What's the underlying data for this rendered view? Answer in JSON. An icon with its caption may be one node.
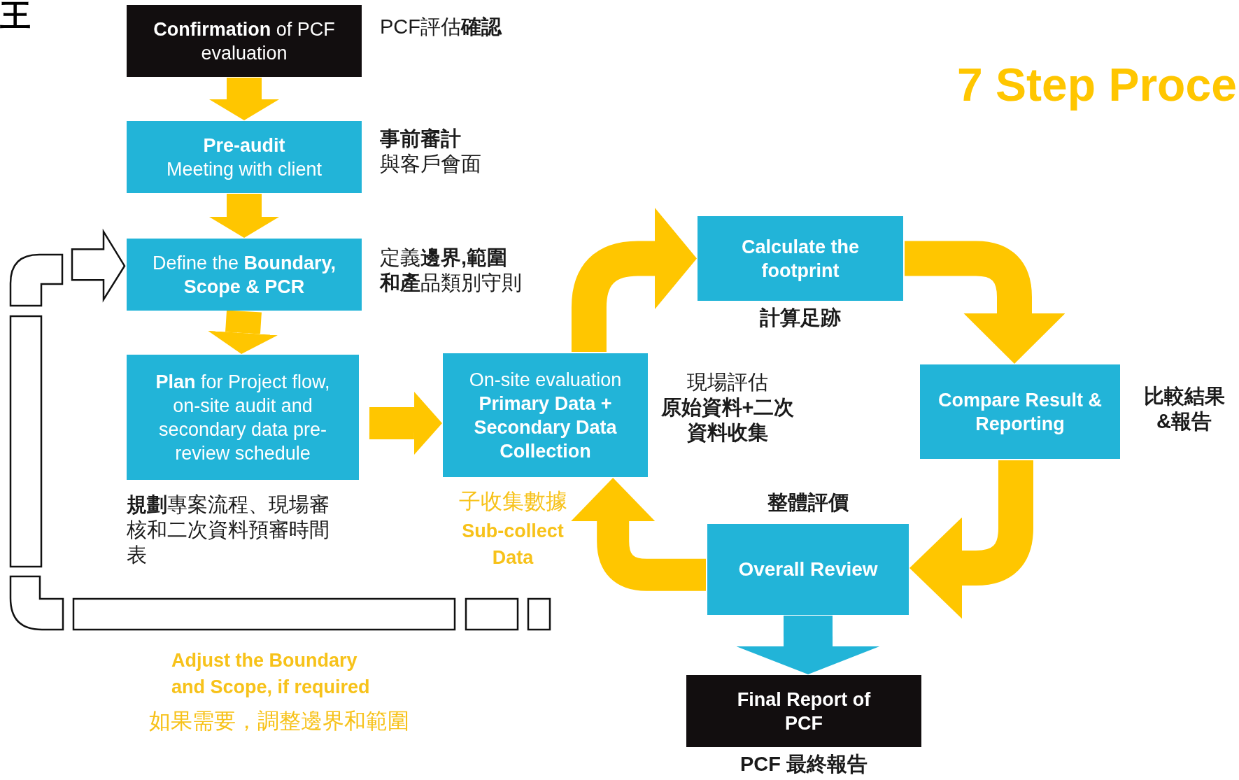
{
  "diagram": {
    "title": "7 Step Proce",
    "nodes": [
      {
        "text": [
          "**Confirmation** of PCF evaluation"
        ],
        "beside": [
          "PCF評估**確認**"
        ]
      },
      {
        "text": [
          "Pre-audit",
          "Meeting with client"
        ],
        "beside": [
          "**事前審計**",
          "與客戶會面"
        ]
      },
      {
        "text": [
          "Define the **Boundary, Scope & PCR**"
        ],
        "beside": [
          "定義**邊界,範圍**",
          "**和產**品類別守則"
        ]
      },
      {
        "text": [
          "**Plan** for Project flow, on-site audit and secondary data pre-review schedule"
        ],
        "beside": [
          "**規劃**專案流程、現場審核和二次資料預審時間表"
        ]
      },
      {
        "text": [
          "On-site evaluation",
          "Primary Data + Secondary Data Collection"
        ],
        "beside": [
          "現場評估",
          "**原始資料+二次資料收集**"
        ]
      },
      {
        "text": [
          "Calculate the footprint"
        ],
        "beside": [
          "計算足跡"
        ]
      },
      {
        "text": [
          "Compare Result & Reporting"
        ],
        "beside": [
          "比較結果&報告"
        ]
      },
      {
        "text": [
          "Overall Review"
        ],
        "beside": [
          "整體評價"
        ]
      },
      {
        "text": [
          "Final Report of PCF"
        ],
        "beside": [
          "PCF 最終報告"
        ]
      }
    ],
    "edges": [
      {
        "from": 0,
        "to": 1,
        "arrow": "to"
      },
      {
        "from": 1,
        "to": 2,
        "arrow": "to"
      },
      {
        "from": 2,
        "to": 3,
        "arrow": "to"
      },
      {
        "from": 3,
        "to": 4,
        "arrow": "to"
      },
      {
        "from": 4,
        "to": 5,
        "arrow": "to"
      },
      {
        "from": 5,
        "to": 6,
        "arrow": "to"
      },
      {
        "from": 6,
        "to": 7,
        "arrow": "to"
      },
      {
        "from": 7,
        "to": 4,
        "arrow": "to"
      },
      {
        "from": 7,
        "to": 8,
        "arrow": "to",
        "color": "#22b4d8"
      },
      {
        "from": null,
        "to": 2,
        "arrow": "to",
        "color": "#111111"
      }
    ],
    "labels": [
      "王",
      "子收集數據",
      "Sub-collect Data",
      "Adjust the Boundary and Scope, if required",
      "如果需要，調整邊界和範圍"
    ]
  }
}
